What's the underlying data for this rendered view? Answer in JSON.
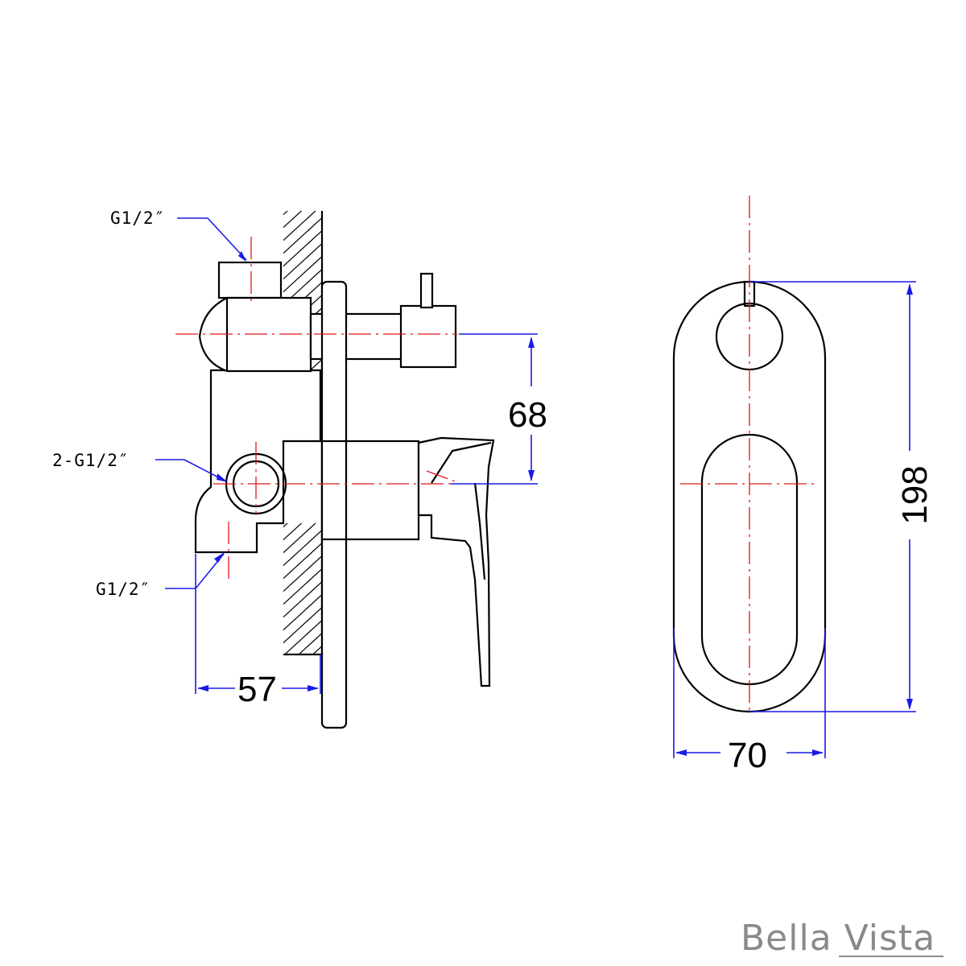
{
  "drawing": {
    "side_view": {
      "callouts": {
        "top_inlet": "G1/2″",
        "outlets": "2-G1/2″",
        "bottom_inlet": "G1/2″"
      },
      "dimensions": {
        "depth": "57",
        "centre_spacing": "68"
      }
    },
    "front_view": {
      "dimensions": {
        "width": "70",
        "height": "198"
      }
    },
    "colors": {
      "outline": "#000000",
      "centerline": "#e01818",
      "dimension": "#1a1ae6",
      "brand": "#8a8a8a"
    }
  },
  "brand": {
    "name": "Bella Vista"
  }
}
